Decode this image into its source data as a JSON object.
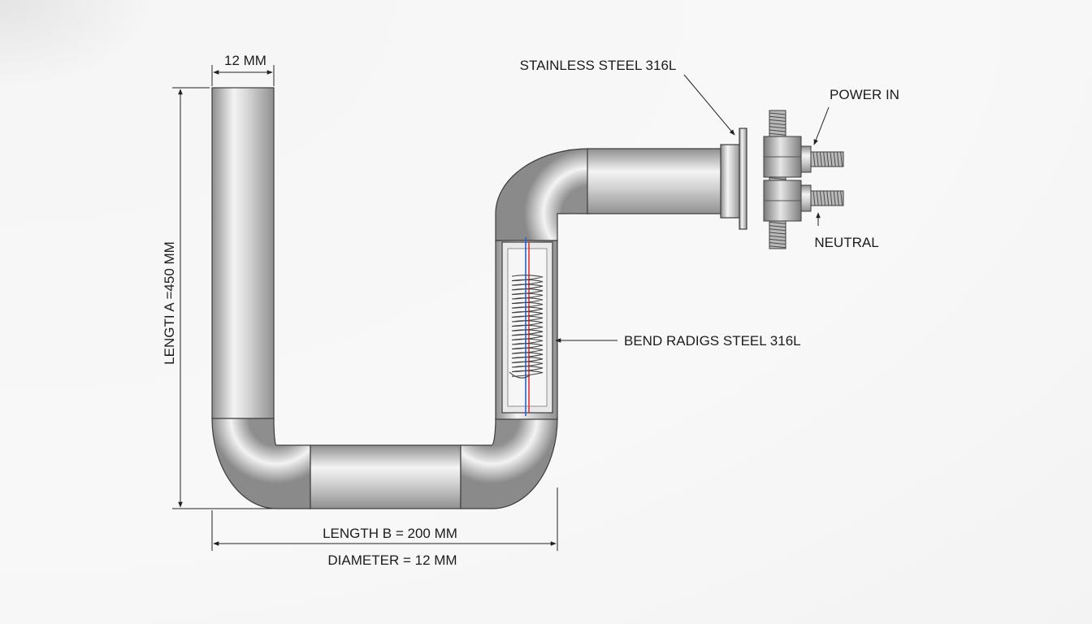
{
  "labels": {
    "top_width": "12 MM",
    "length_a": "LENGTI A =450 MM",
    "length_b": "LENGTH B = 200 MM",
    "diameter": "DIAMETER = 12 MM",
    "material": "STAINLESS STEEL 316L",
    "power_in": "POWER IN",
    "neutral": "NEUTRAL",
    "bend_radius": "BEND RADIGS STEEL 316L"
  },
  "colors": {
    "pipe_light": "#f2f2f2",
    "pipe_mid": "#c9c9c9",
    "pipe_dark": "#8c8c8c",
    "outline": "#3c3c3c",
    "element_red": "#d9343a",
    "element_blue": "#2a5fd6"
  }
}
